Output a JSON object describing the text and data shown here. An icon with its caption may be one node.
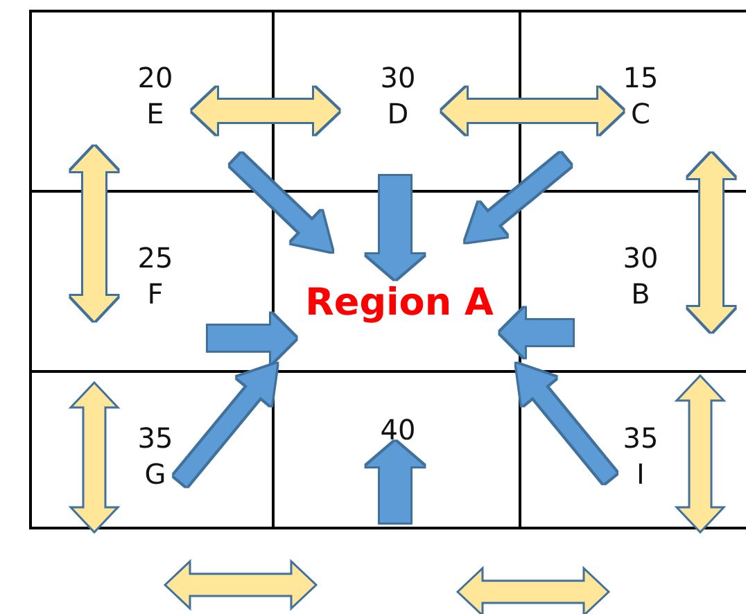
{
  "diagram": {
    "nodes": [
      {
        "text": [
          "20",
          "E"
        ]
      },
      {
        "text": [
          "30",
          "D"
        ]
      },
      {
        "text": [
          "15",
          "C"
        ]
      },
      {
        "text": [
          "25",
          "F"
        ]
      },
      {
        "text": [
          "Region A"
        ]
      },
      {
        "text": [
          "30",
          "B"
        ]
      },
      {
        "text": [
          "35",
          "G"
        ]
      },
      {
        "text": [
          "40"
        ]
      },
      {
        "text": [
          "35",
          "I"
        ]
      }
    ],
    "edges": [
      {
        "from": 0,
        "to": 4,
        "arrow": "to"
      },
      {
        "from": 1,
        "to": 4,
        "arrow": "to"
      },
      {
        "from": 2,
        "to": 4,
        "arrow": "to"
      },
      {
        "from": 3,
        "to": 4,
        "arrow": "to"
      },
      {
        "from": 5,
        "to": 4,
        "arrow": "to"
      },
      {
        "from": 6,
        "to": 4,
        "arrow": "to"
      },
      {
        "from": 7,
        "to": 4,
        "arrow": "to"
      },
      {
        "from": 8,
        "to": 4,
        "arrow": "to"
      },
      {
        "from": 0,
        "to": 1,
        "arrow": "both",
        "color": "#ffe699"
      },
      {
        "from": 1,
        "to": 2,
        "arrow": "both",
        "color": "#ffe699"
      },
      {
        "from": 0,
        "to": 3,
        "arrow": "both",
        "color": "#ffe699"
      },
      {
        "from": 2,
        "to": 5,
        "arrow": "both",
        "color": "#ffe699"
      }
    ]
  }
}
